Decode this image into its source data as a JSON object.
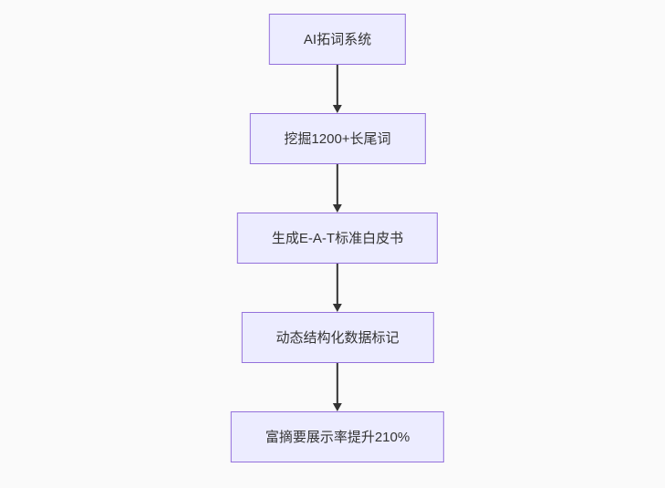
{
  "canvas": {
    "background_color": "#fafafa"
  },
  "flowchart": {
    "type": "flowchart",
    "direction": "top-down",
    "colors": {
      "node_fill": "#ECECFF",
      "node_border": "#9370DB",
      "text": "#333333",
      "arrow": "#333333"
    },
    "nodes": [
      {
        "label": "AI拓词系统"
      },
      {
        "label": "挖掘1200+长尾词"
      },
      {
        "label": "生成E-A-T标准白皮书"
      },
      {
        "label": "动态结构化数据标记"
      },
      {
        "label": "富摘要展示率提升210%"
      }
    ],
    "edges": [
      {
        "from": 0,
        "to": 1,
        "style": "arrow-down"
      },
      {
        "from": 1,
        "to": 2,
        "style": "arrow-down"
      },
      {
        "from": 2,
        "to": 3,
        "style": "arrow-down"
      },
      {
        "from": 3,
        "to": 4,
        "style": "arrow-down"
      }
    ]
  }
}
